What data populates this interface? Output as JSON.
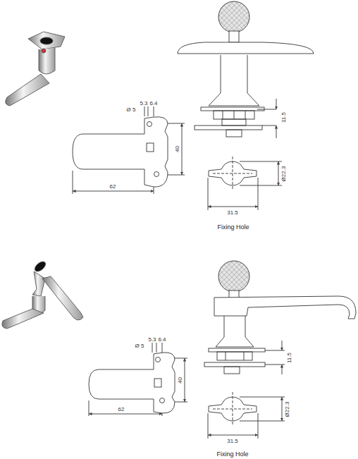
{
  "diagram": {
    "labels": [
      "Ø 5",
      "5.3",
      "6.4",
      "40",
      "62",
      "11.5",
      "Ø22.3",
      "31.5",
      "Fixing Hole",
      "Ø 5",
      "5.3",
      "6.4",
      "40",
      "62",
      "11.5",
      "Ø22.3",
      "31.5",
      "Fixing Hole"
    ]
  }
}
